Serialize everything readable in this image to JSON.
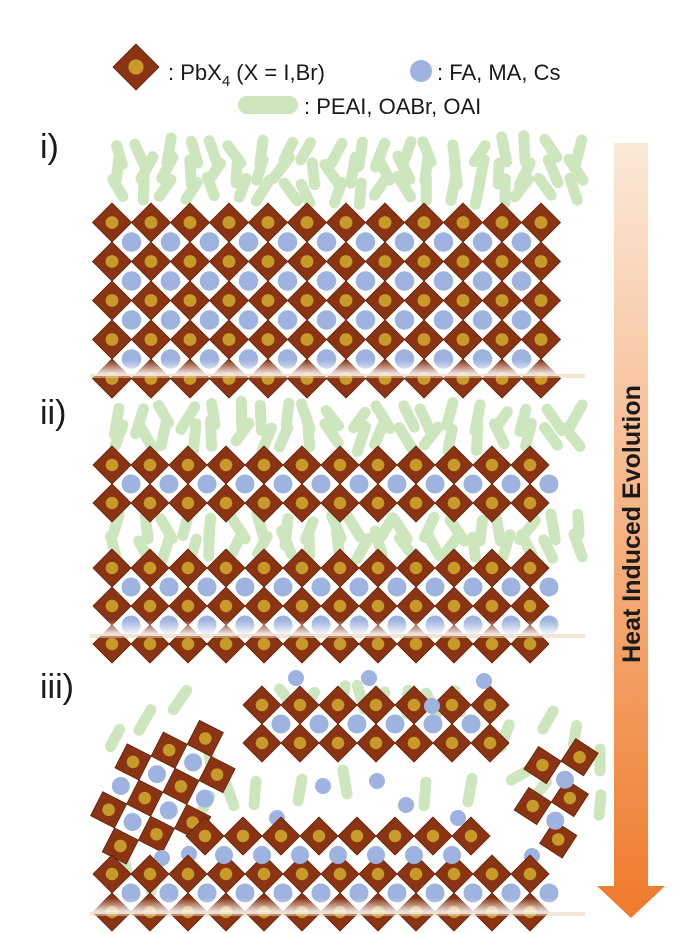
{
  "legend": {
    "octahedron": {
      "prefix": ": PbX",
      "subscript": "4",
      "suffix": " (X = I,Br)"
    },
    "cation": ": FA, MA, Cs",
    "spacer": ": PEAI, OABr, OAI"
  },
  "panels": [
    {
      "label": "i)"
    },
    {
      "label": "ii)"
    },
    {
      "label": "iii)"
    }
  ],
  "arrow": {
    "label": "Heat Induced Evolution"
  },
  "colors": {
    "octahedron": "#8a3413",
    "octahedron_dark": "#5e2109",
    "lead_dot": "#c79a2a",
    "cation": "#9fb3e0",
    "spacer": "#cde6bd",
    "arrow_top": "#fbe9d8",
    "arrow_bottom": "#ef7a2a",
    "substrate": "#e8d2b2"
  }
}
